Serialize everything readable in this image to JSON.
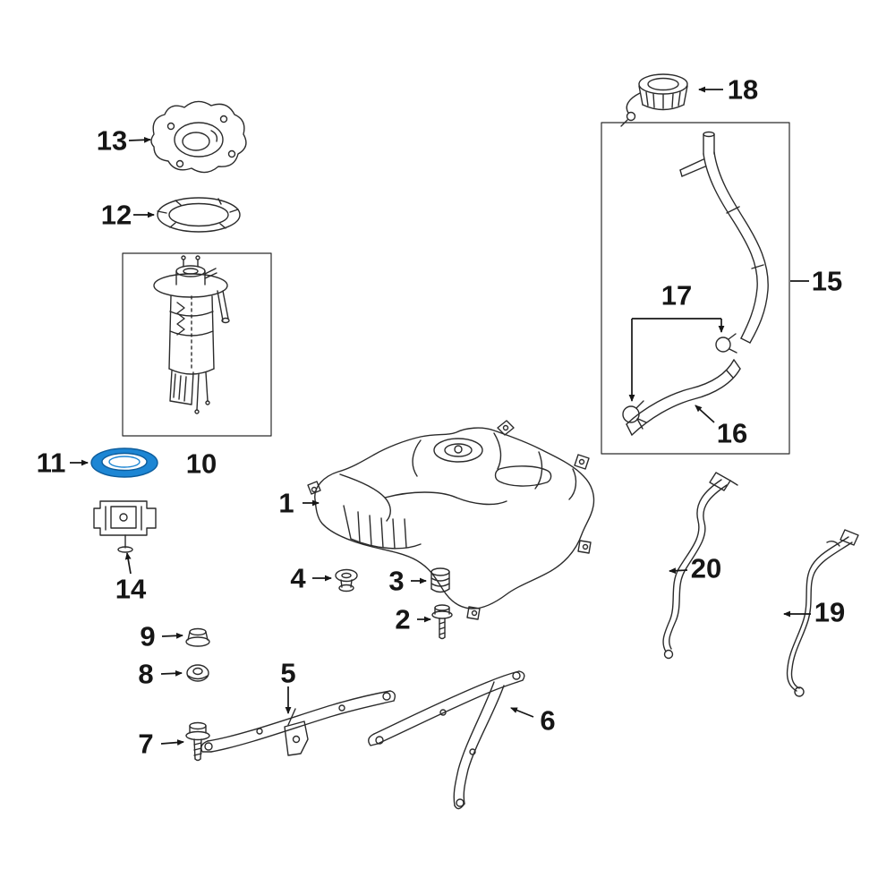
{
  "diagram": {
    "kind": "exploded-parts-diagram",
    "background_color": "#ffffff",
    "line_color": "#2b2b2b",
    "label_color": "#161616",
    "highlight_color": "#1d86d4",
    "highlighted_callout": "11",
    "callouts": [
      {
        "number": "1"
      },
      {
        "number": "2"
      },
      {
        "number": "3"
      },
      {
        "number": "4"
      },
      {
        "number": "5"
      },
      {
        "number": "6"
      },
      {
        "number": "7"
      },
      {
        "number": "8"
      },
      {
        "number": "9"
      },
      {
        "number": "10"
      },
      {
        "number": "11"
      },
      {
        "number": "12"
      },
      {
        "number": "13"
      },
      {
        "number": "14"
      },
      {
        "number": "15"
      },
      {
        "number": "16"
      },
      {
        "number": "17"
      },
      {
        "number": "18"
      },
      {
        "number": "19"
      },
      {
        "number": "20"
      }
    ]
  }
}
